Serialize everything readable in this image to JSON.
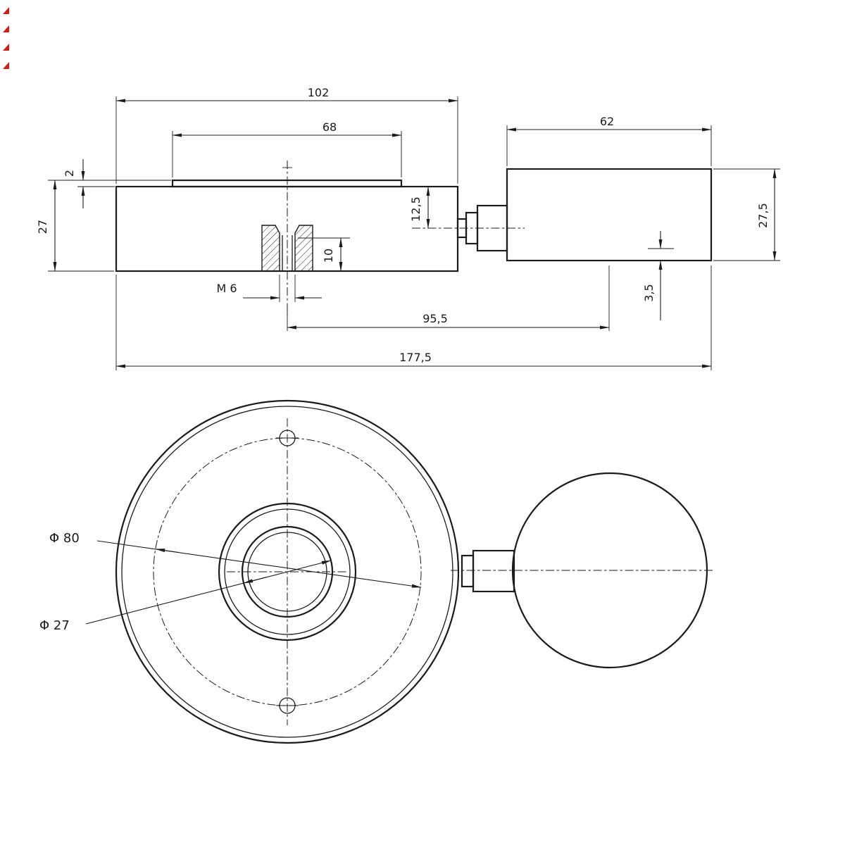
{
  "meta": {
    "background": "#ffffff",
    "line_color": "#1b1b1b",
    "accent_red": "#cc2018",
    "drawing_type": "technical drawing, load cell with pressure gauge, two views"
  },
  "side_view": {
    "name": "side-section-view",
    "dims": {
      "body_width": "102",
      "plateau_width": "68",
      "gauge_width": "62",
      "plate_step": "2",
      "body_height": "27",
      "port_axis_offset": "12,5",
      "thread_depth": "10",
      "gauge_height": "27,5",
      "gauge_step": "3,5",
      "thread_callout": "M 6",
      "axis_to_gauge_center": "95,5",
      "overall_length": "177,5"
    }
  },
  "plan_view": {
    "name": "top-view",
    "dims": {
      "bolt_circle_dia": "Φ 80",
      "bore_dia": "Φ 27"
    }
  }
}
